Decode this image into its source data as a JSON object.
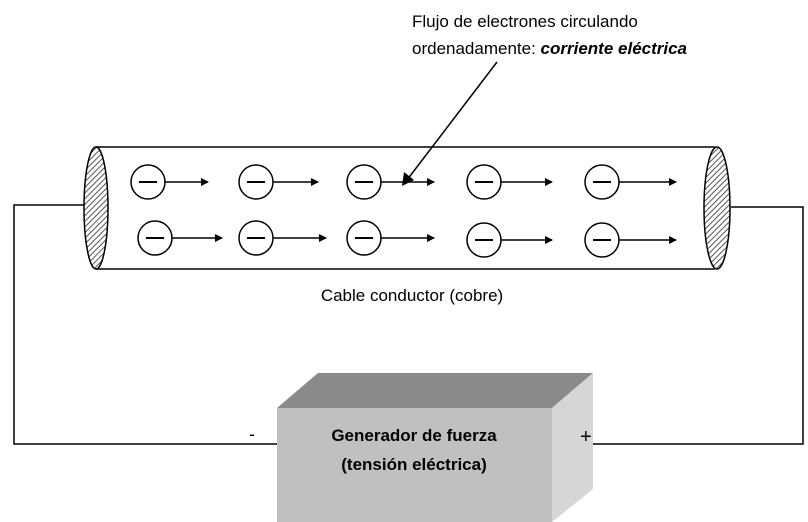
{
  "annotation": {
    "line1": "Flujo de electrones circulando",
    "line2_prefix": "ordenadamente: ",
    "line2_emphasis": "corriente eléctrica"
  },
  "cable_label": "Cable conductor (cobre)",
  "generator": {
    "line1": "Generador de fuerza",
    "line2": "(tensión eléctrica)"
  },
  "terminals": {
    "negative": "-",
    "positive": "+"
  },
  "electron_rows": 2,
  "electrons_per_row": 5,
  "colors": {
    "box_front": "#c0c0c0",
    "box_top": "#8a8a8a",
    "box_side": "#d6d6d6",
    "hatch": "#555555"
  },
  "icons": {
    "electron": "minus-circle-icon",
    "flow": "arrow-right-icon"
  }
}
